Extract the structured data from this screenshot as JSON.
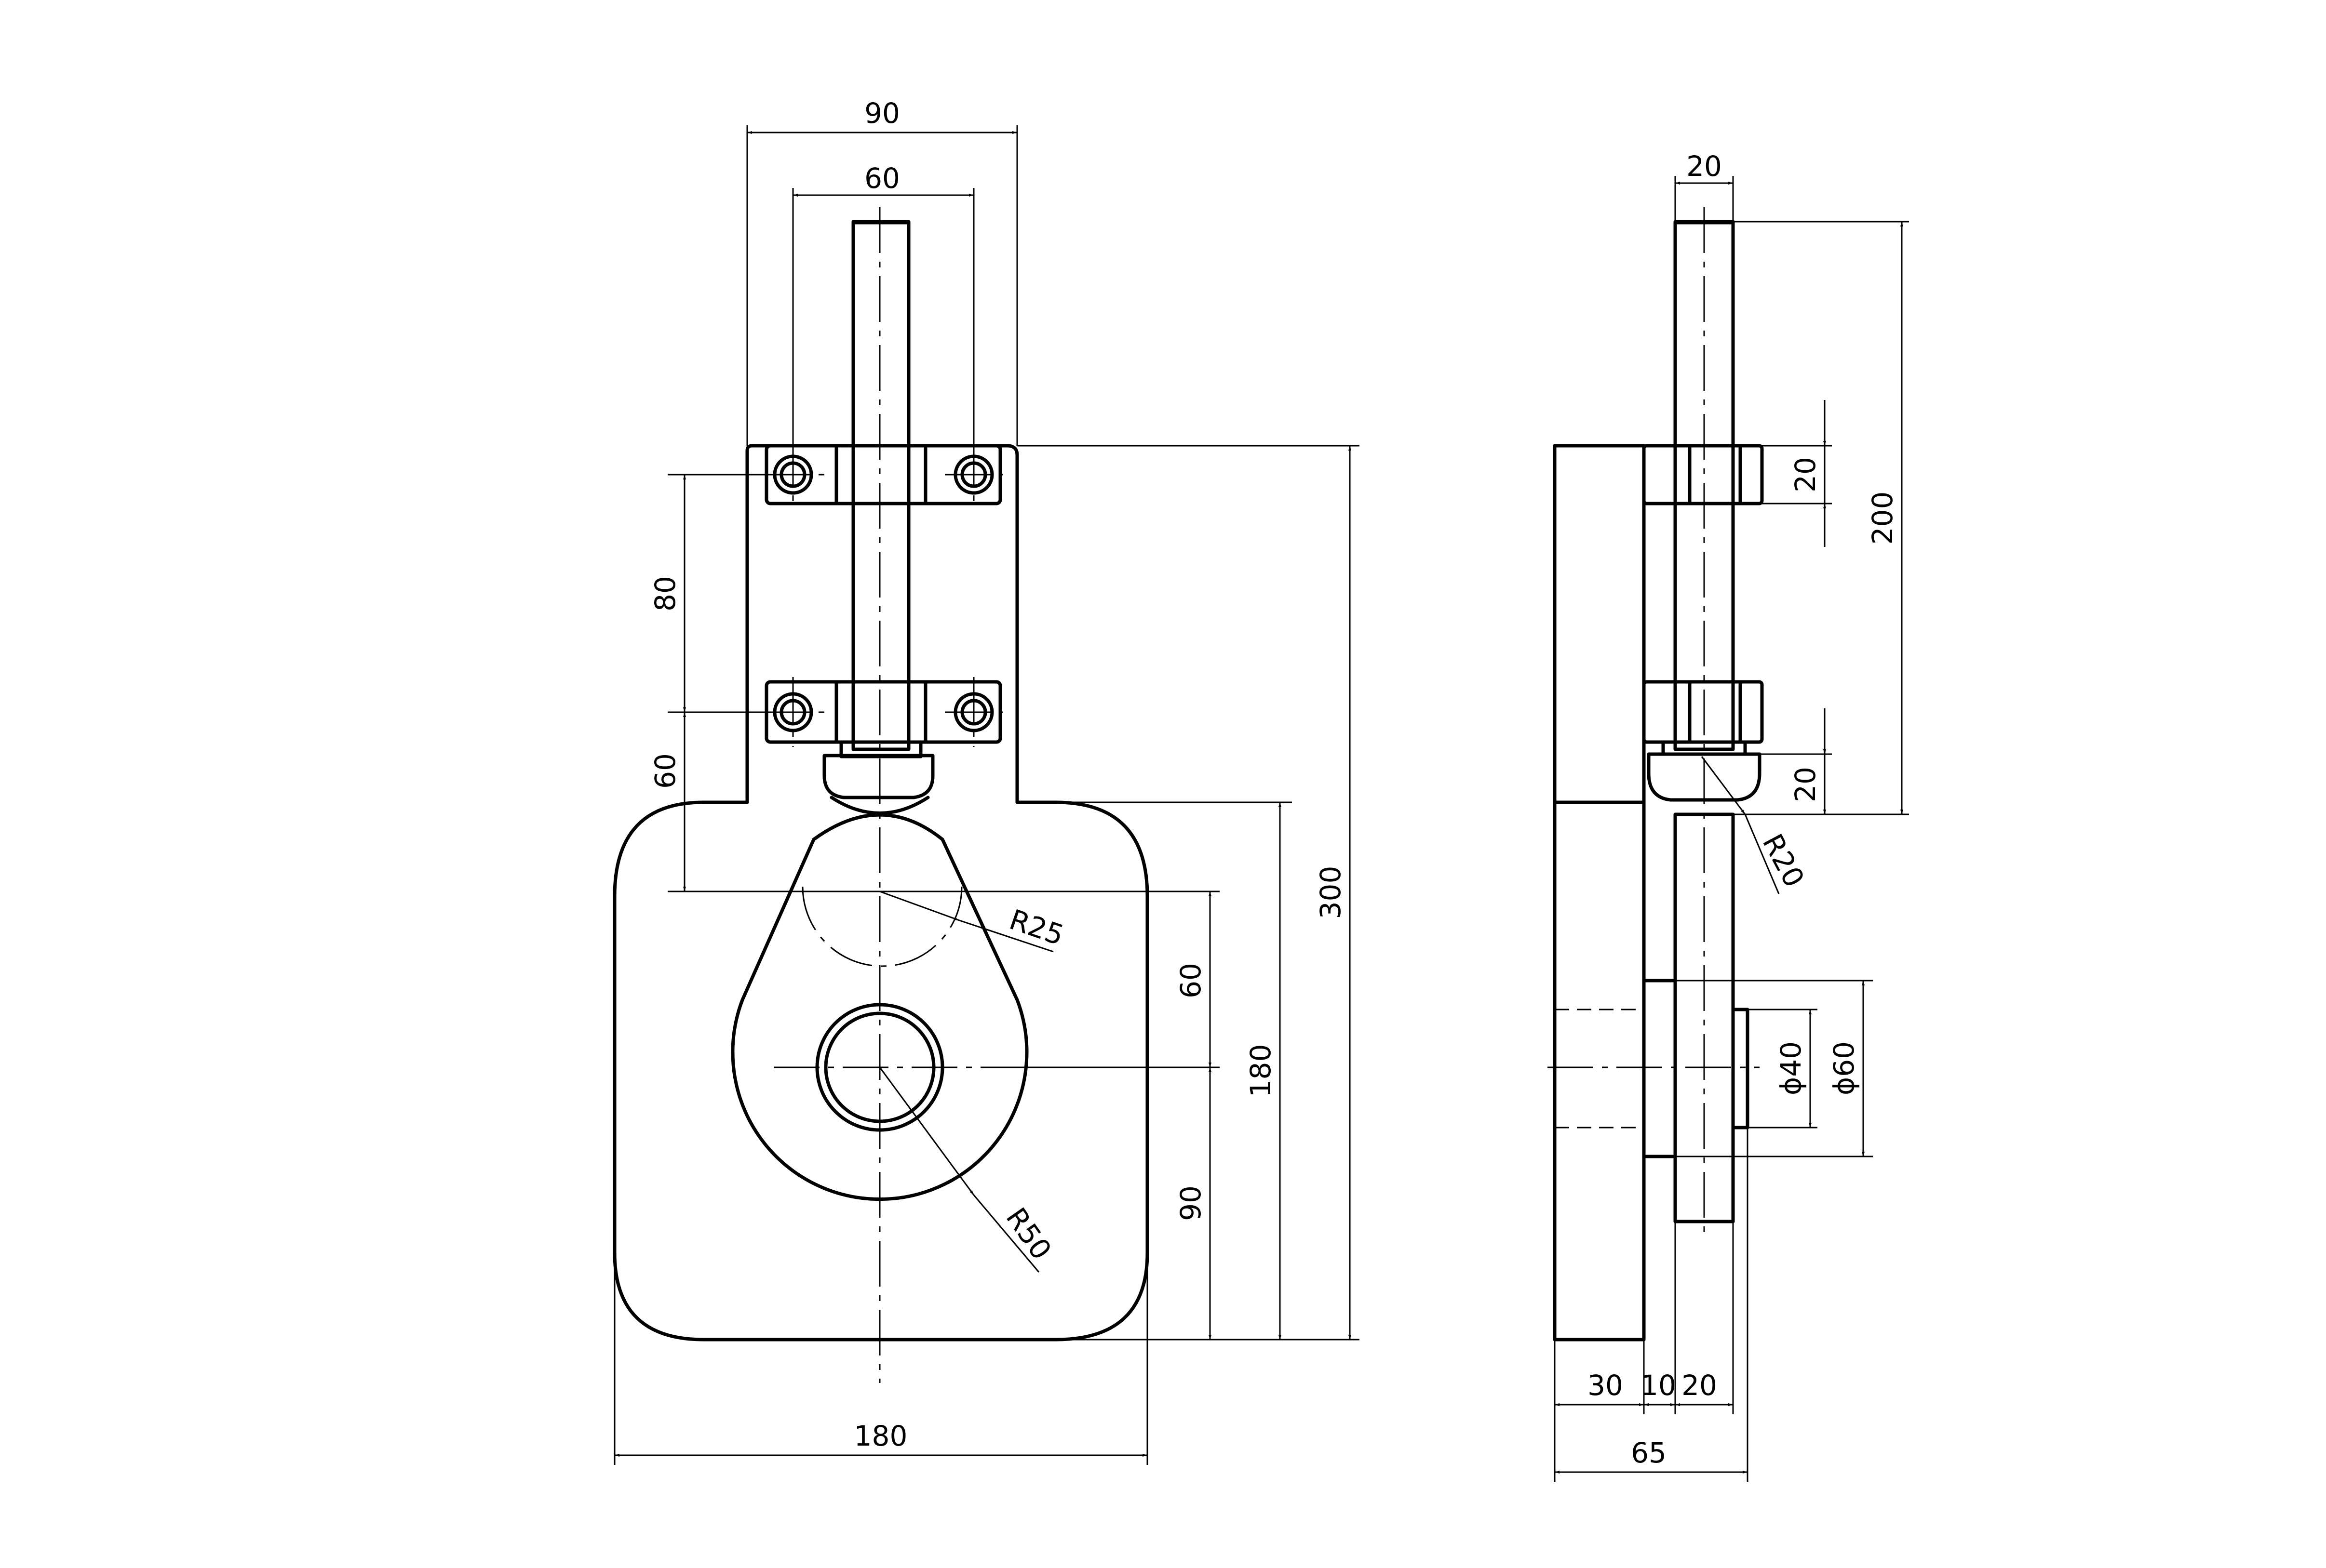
{
  "colors": {
    "stroke": "#000000",
    "background": "#ffffff"
  },
  "front_view": {
    "width_90": "90",
    "width_60": "60",
    "height_80": "80",
    "height_60_left": "60",
    "radius_25": "R25",
    "height_60_right": "60",
    "height_90": "90",
    "height_180": "180",
    "height_300": "300",
    "radius_50": "R50",
    "width_180": "180"
  },
  "side_view": {
    "width_20_top": "20",
    "height_200": "200",
    "height_20_upper": "20",
    "height_20_lower": "20",
    "radius_20": "R20",
    "dia_40": "ϕ40",
    "dia_60": "ϕ60",
    "width_30": "30",
    "width_10": "10",
    "width_20_bottom": "20",
    "width_65": "65"
  }
}
